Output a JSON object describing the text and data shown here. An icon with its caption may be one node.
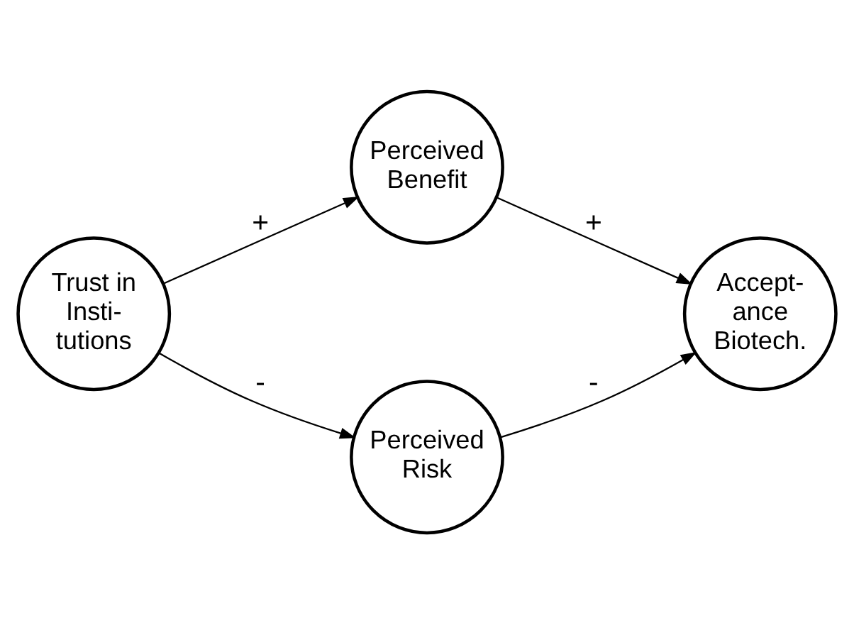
{
  "diagram": {
    "nodes": [
      {
        "text": [
          "Trust in Insti- tutions"
        ]
      },
      {
        "text": [
          "Perceived Benefit"
        ]
      },
      {
        "text": [
          "Perceived Risk"
        ]
      },
      {
        "text": [
          "Accept- ance Biotech."
        ]
      }
    ],
    "edges": [
      {
        "from": 0,
        "to": 1,
        "arrow": "to",
        "label": "+"
      },
      {
        "from": 0,
        "to": 2,
        "arrow": "to",
        "label": "-"
      },
      {
        "from": 1,
        "to": 3,
        "arrow": "to",
        "label": "+"
      },
      {
        "from": 2,
        "to": 3,
        "arrow": "to",
        "label": "-"
      }
    ]
  }
}
